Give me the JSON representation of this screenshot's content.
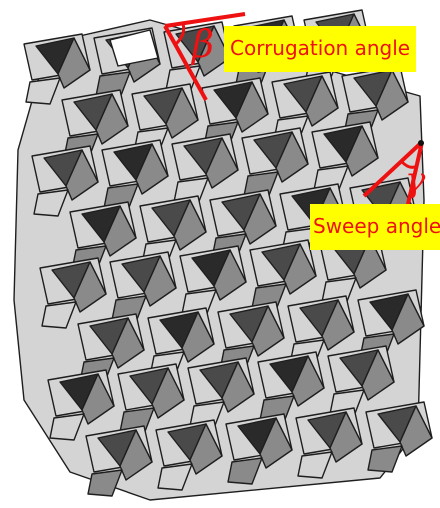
{
  "annotations": {
    "corrugation": {
      "symbol": "β",
      "label": "Corrugation angle",
      "text_color": "#ee1111",
      "box_color": "#ffff00",
      "line_color": "#ee1111"
    },
    "sweep": {
      "symbol": "γ",
      "label": "Sweep angle",
      "text_color": "#ee1111",
      "box_color": "#ffff00",
      "line_color": "#ee1111"
    }
  },
  "colors": {
    "light_face": "#d4d4d4",
    "mid_face": "#8a8a8a",
    "dark_face": "#4a4a4a",
    "darkest_face": "#2a2a2a",
    "edge": "#1e1e1e",
    "background": "#ffffff"
  }
}
